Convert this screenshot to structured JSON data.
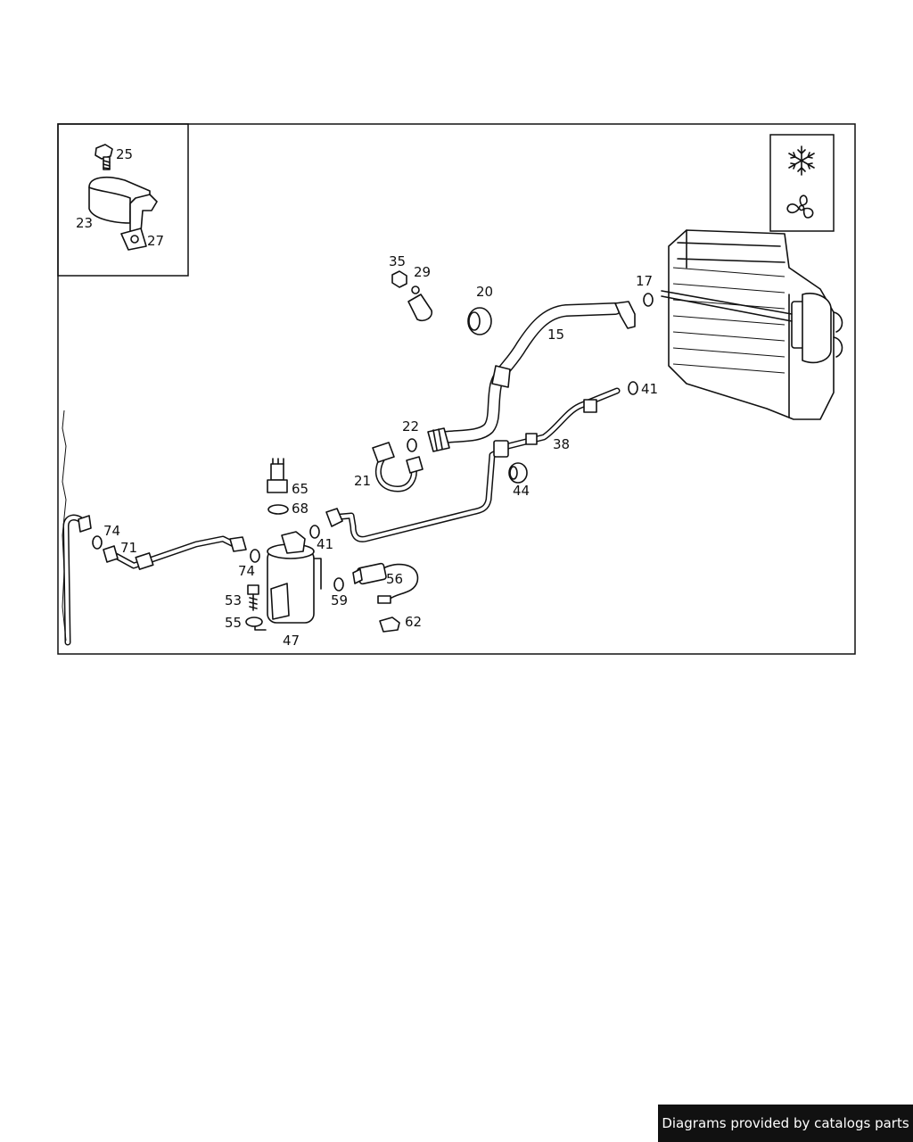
{
  "diagram": {
    "callouts": {
      "c25": "25",
      "c23": "23",
      "c27": "27",
      "c35": "35",
      "c29": "29",
      "c20": "20",
      "c17": "17",
      "c15": "15",
      "c41a": "41",
      "c22": "22",
      "c38": "38",
      "c21": "21",
      "c44": "44",
      "c65": "65",
      "c68": "68",
      "c74a": "74",
      "c71": "71",
      "c41b": "41",
      "c74b": "74",
      "c56": "56",
      "c53": "53",
      "c59": "59",
      "c55": "55",
      "c62": "62",
      "c47": "47"
    },
    "legend_icons": [
      "snowflake-icon",
      "fan-icon"
    ]
  },
  "footer": {
    "text": "Diagrams provided by catalogs parts"
  },
  "colors": {
    "line": "#111111",
    "background": "#ffffff",
    "footer_bg": "#111111",
    "footer_text": "#ffffff"
  }
}
